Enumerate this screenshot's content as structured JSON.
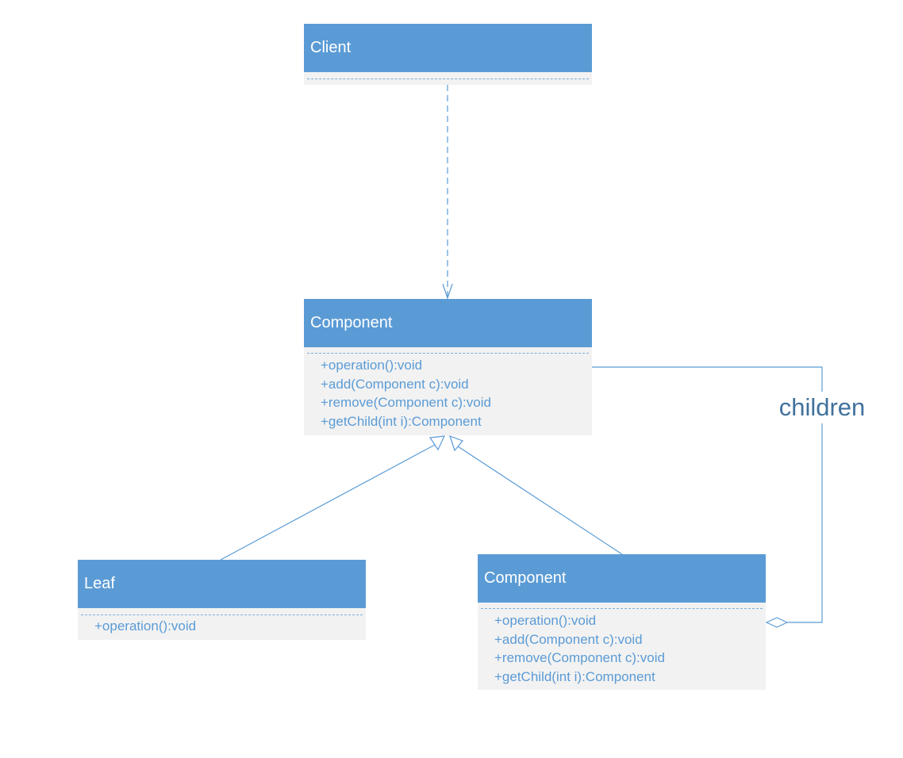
{
  "diagram": {
    "classes": {
      "client": {
        "name": "Client",
        "operations": []
      },
      "component": {
        "name": "Component",
        "operations": [
          "+operation():void",
          "+add(Component c):void",
          "+remove(Component c):void",
          "+getChild(int i):Component"
        ]
      },
      "leaf": {
        "name": "Leaf",
        "operations": [
          "+operation():void"
        ]
      },
      "composite": {
        "name": "Component",
        "operations": [
          "+operation():void",
          "+add(Component c):void",
          "+remove(Component c):void",
          "+getChild(int i):Component"
        ]
      }
    },
    "relations": {
      "client_to_component": "dependency",
      "leaf_to_component": "generalization",
      "composite_to_component": "generalization",
      "component_to_composite": "aggregation"
    },
    "aggregation_label": "children"
  },
  "colors": {
    "header_fill": "#5b9bd5",
    "body_fill": "#f2f2f2",
    "line": "#5b9bd5",
    "label_text": "#41719c"
  }
}
